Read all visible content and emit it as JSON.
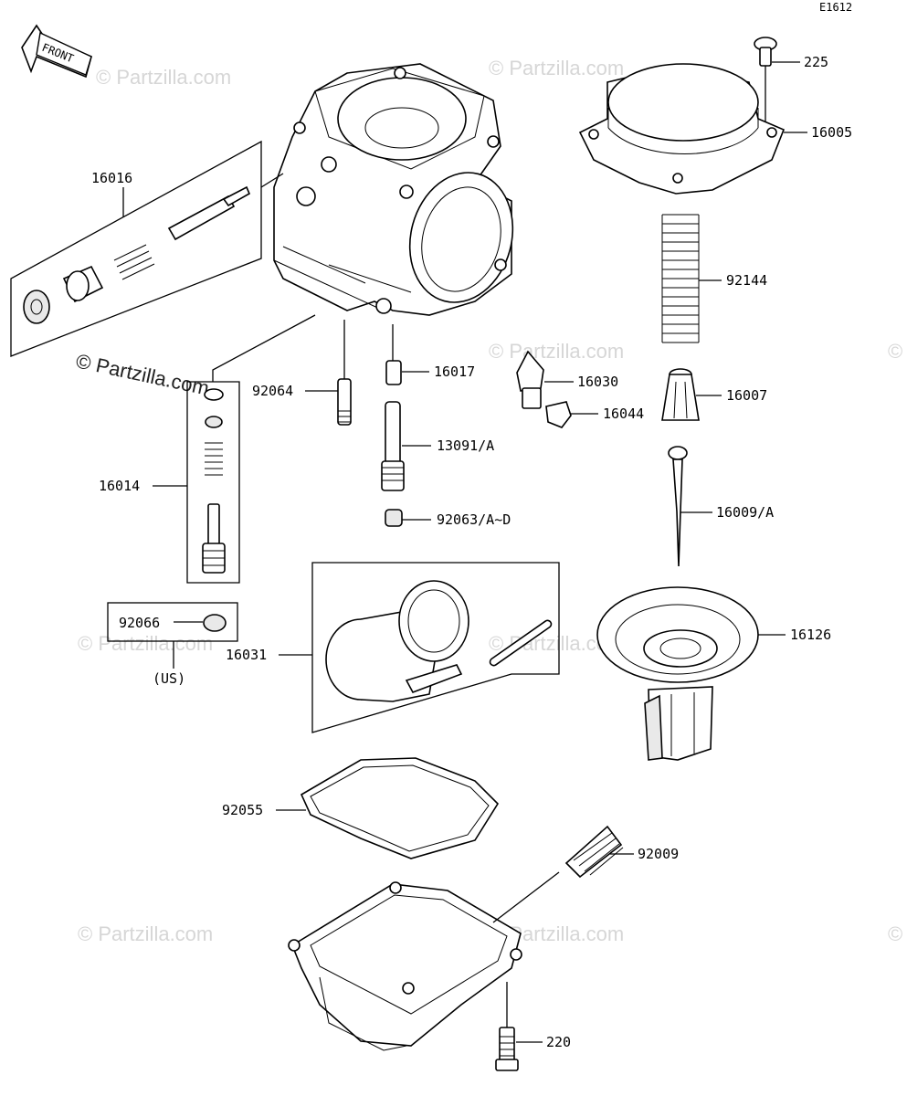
{
  "diagram_code": "E1612",
  "front_label": "FRONT",
  "watermarks": [
    "© Partzilla.com",
    "© Partzilla.com",
    "© Partzilla.com",
    "© Partzilla.com",
    "© Partzilla.com",
    "© Partzilla.com",
    "© Partzilla.com",
    "© Partzilla.com",
    "© Partzilla.com"
  ],
  "watermark_dark": "© Partzilla.com",
  "parts": {
    "p225": "225",
    "p16005": "16005",
    "p16016": "16016",
    "p92144": "92144",
    "p92064": "92064",
    "p16017": "16017",
    "p16030": "16030",
    "p16007": "16007",
    "p16044": "16044",
    "p13091": "13091/A",
    "p16014": "16014",
    "p92063": "92063/A~D",
    "p16009": "16009/A",
    "p92066": "92066",
    "p16031": "16031",
    "p16126": "16126",
    "p92055": "92055",
    "p92009": "92009",
    "p220": "220"
  },
  "region_note": "(US)"
}
